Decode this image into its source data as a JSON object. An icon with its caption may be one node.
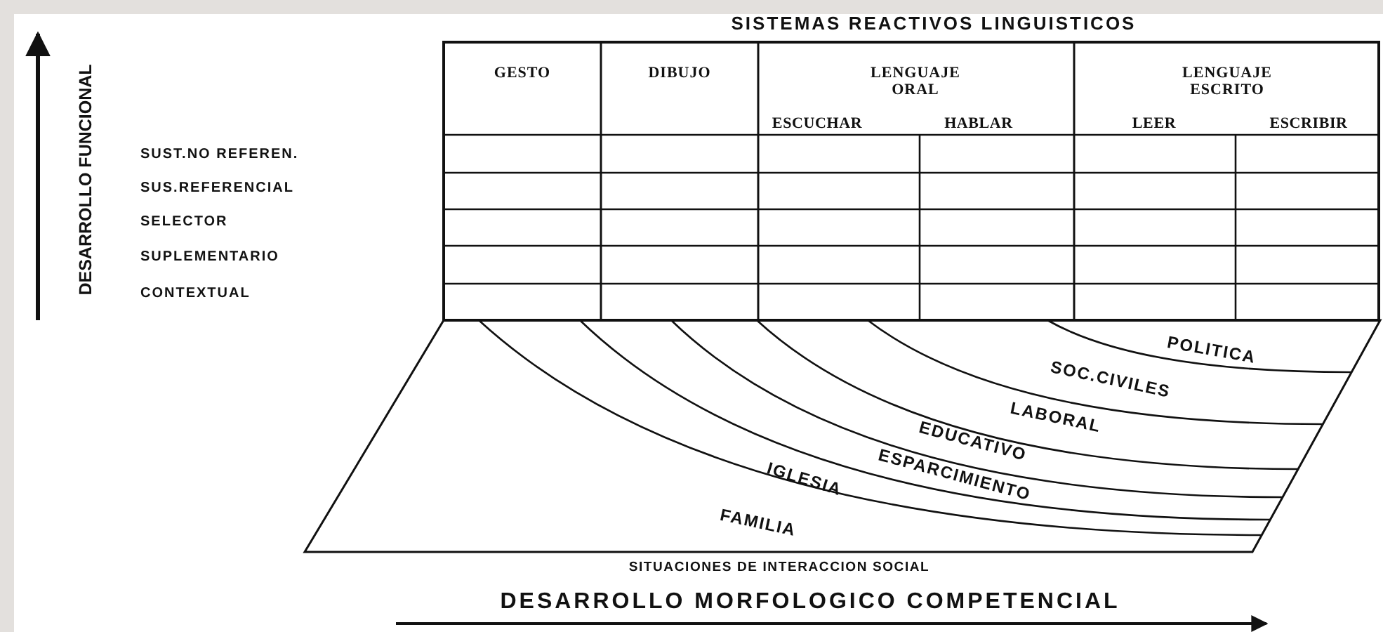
{
  "diagram": {
    "nodes": [
      {
        "text": [
          "SITUACIONES DE INTERACCION SOCIAL"
        ]
      },
      {
        "text": [
          "POLITICA"
        ],
        "in": 0
      },
      {
        "text": [
          "SOC.CIVILES"
        ],
        "in": 0
      },
      {
        "text": [
          "LABORAL"
        ],
        "in": 0
      },
      {
        "text": [
          "EDUCATIVO"
        ],
        "in": 0
      },
      {
        "text": [
          "ESPARCIMIENTO"
        ],
        "in": 0
      },
      {
        "text": [
          "IGLESIA"
        ],
        "in": 0
      },
      {
        "text": [
          "FAMILIA"
        ],
        "in": 0
      }
    ],
    "labels": [
      "SISTEMAS REACTIVOS LINGUISTICOS",
      "DESARROLLO FUNCIONAL",
      "GESTO",
      "DIBUJO",
      "LENGUAJE ORAL",
      "LENGUAJE ESCRITO",
      "ESCUCHAR",
      "HABLAR",
      "LEER",
      "ESCRIBIR",
      "SUST.NO REFEREN.",
      "SUS.REFERENCIAL",
      "SELECTOR",
      "SUPLEMENTARIO",
      "CONTEXTUAL",
      "DESARROLLO MORFOLOGICO COMPETENCIAL"
    ]
  }
}
